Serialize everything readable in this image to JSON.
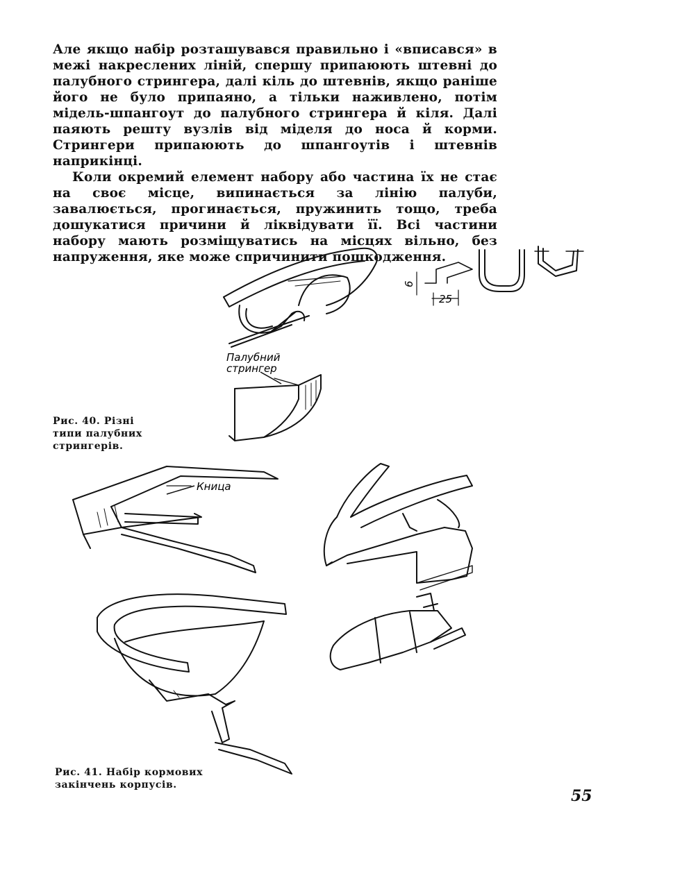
{
  "body_text": {
    "paragraph_1": "Але якщо набір розташувався правильно і «вписався» в межі накреслених ліній, спершу припаюють штевні до палубного стрингера, далі кіль до штевнів, якщо раніше його не було припаяно, а тільки наживлено, потім мідель-шпангоут до палубного стрингера й кіля. Далі паяють решту вузлів від міделя до носа й корми. Стрингери припаюють до шпангоутів і штевнів наприкінці.",
    "paragraph_2": "Коли окремий елемент набору або частина їх не стає на своє місце, випинається за лінію палуби, завалюється, прогинається, пружинить тощо, треба дошукатися причини й ліквідувати її. Всі частини набору мають розміщуватись на місцях вільно, без напруження, яке може спричинити пошкодження."
  },
  "figure_40": {
    "caption": "Рис. 40. Різні типи палубних стрингерів.",
    "label_stringer": "Палубний стрингер",
    "dimension_height": "6",
    "dimension_width": "25"
  },
  "figure_41": {
    "caption": "Рис. 41. Набір кормових закінчень корпусів.",
    "label_knee": "Кница"
  },
  "page_number": "55"
}
